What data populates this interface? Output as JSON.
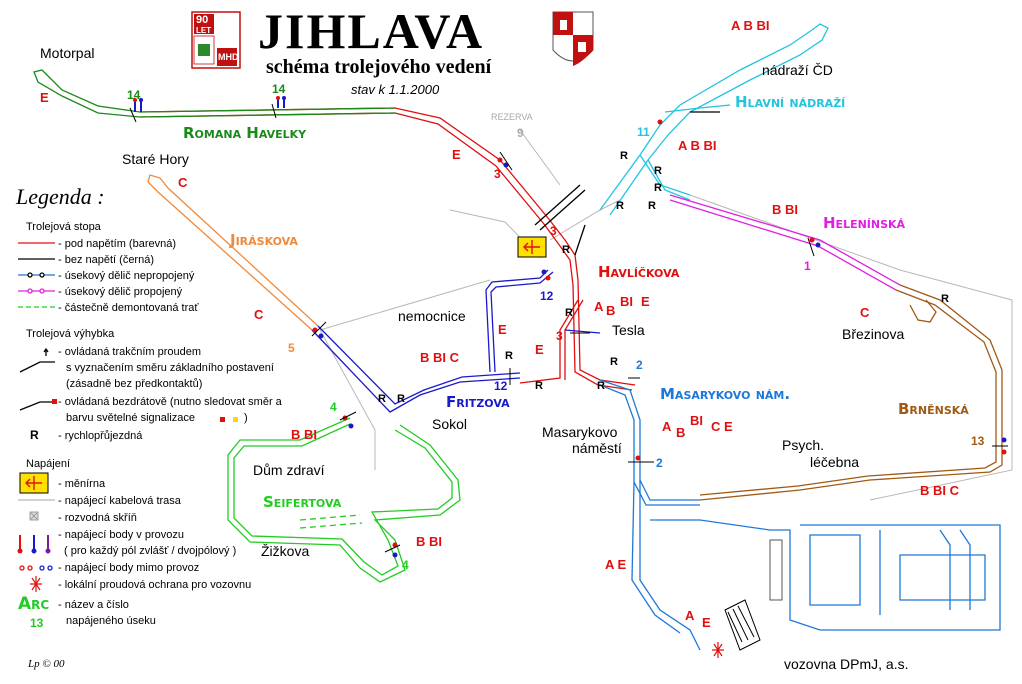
{
  "header": {
    "title": "JIHLAVA",
    "subtitle": "schéma trolejového vedení",
    "date": "stav k 1.1.2000",
    "badge_top": "90",
    "badge_mid": "LET",
    "badge_bottom": "MHD"
  },
  "colors": {
    "section_E": "#e01010",
    "section_havelky": "#1a8a1a",
    "section_hlavni": "#22c4e0",
    "section_heleninska": "#e020e0",
    "section_jiraskova": "#f08a3a",
    "section_fritzova": "#1a1acc",
    "section_masarykovo": "#1e78d8",
    "section_brnenska": "#a05a14",
    "section_seifertova": "#22cc22",
    "feeder": "#d02020",
    "dead_wire": "#000000",
    "dismantled": "#22cc22",
    "cable": "#b8b8b8"
  },
  "places": {
    "motorpal": "Motorpal",
    "stare_hory": "Staré Hory",
    "nadrazi": "nádraží ČD",
    "nemocnice": "nemocnice",
    "tesla": "Tesla",
    "brezinova": "Březinova",
    "sokol": "Sokol",
    "masarykovo_1": "Masarykovo",
    "masarykovo_2": "náměstí",
    "psych_1": "Psych.",
    "psych_2": "léčebna",
    "dum_zdravi": "Dům zdraví",
    "zizkova": "Žižkova",
    "vozovna": "vozovna DPmJ, a.s.",
    "rezerva": "REZERVA"
  },
  "sections": {
    "havelky": "Romana Havelky",
    "hlavni": "Hlavní nádraží",
    "heleninska": "Helenínská",
    "jiraskova": "Jiráskova",
    "havlickova": "Havlíčkova",
    "fritzova": "Fritzova",
    "masarykovo": "Masarykovo nám.",
    "brnenska": "Brněnská",
    "seifertova": "Seifertova"
  },
  "numbers": {
    "n14a": "14",
    "n14b": "14",
    "n9": "9",
    "n3a": "3",
    "n3b": "3",
    "n3c": "3",
    "n11": "11",
    "n1": "1",
    "n12a": "12",
    "n12b": "12",
    "n5": "5",
    "n4a": "4",
    "n4b": "4",
    "n2a": "2",
    "n2b": "2",
    "n13": "13"
  },
  "line_letters": {
    "motorpal": "E",
    "stare_hory": "C",
    "nadrazi": "A B BI",
    "e_route": "E",
    "c_route": "C",
    "hlavni": "A B BI",
    "heleninska": "B BI",
    "brezinova": "C",
    "havlickova_a": "A",
    "havlickova_b": "B",
    "havlickova_bi": "BI",
    "havlickova_e": "E",
    "nemocnice_e": "E",
    "fritzova": "B BI C",
    "hospital_e": "E",
    "jiraskova_b": "B BI",
    "zizkova_b": "B BI",
    "masarykovo_a": "A",
    "masarykovo_b": "B",
    "masarykovo_bi": "BI",
    "masarykovo_ce": "C E",
    "psych": "B BI C",
    "ae": "A E",
    "vozovna_a": "A",
    "vozovna_e": "E",
    "r": "R"
  },
  "legend": {
    "title": "Legenda :",
    "trolley_head": "Trolejová stopa",
    "t1": "- pod napětím (barevná)",
    "t2": "- bez napětí (černá)",
    "t3": "- úsekový dělič nepropojený",
    "t4": "- úsekový dělič propojený",
    "t5": "- částečně demontovaná trať",
    "switch_head": "Trolejová výhybka",
    "s1": "- ovládaná trakčním proudem",
    "s1b": "s vyznačením směru základního postavení",
    "s1c": "(zásadně bez předkontaktů)",
    "s2": "- ovládaná bezdrátově (nutno sledovat směr a",
    "s2b": "barvu světelné signalizace",
    "s2c": ")",
    "s3_symbol": "R",
    "s3": "- rychlopřůjezdná",
    "power_head": "Napájení",
    "p1": "- měnírna",
    "p2": "- napájecí kabelová trasa",
    "p3": "- rozvodná skříň",
    "p4": "- napájecí body v provozu",
    "p4b": "( pro každý pól zvlášť / dvojpólový )",
    "p5": "- napájecí body mimo provoz",
    "p6": "- lokální proudová ochrana pro vozovnu",
    "p7_sample": "Arc",
    "p7_num": "13",
    "p7": "- název a číslo",
    "p7b": "napájeného úseku"
  },
  "footer": {
    "credit": "Lp © 00"
  }
}
